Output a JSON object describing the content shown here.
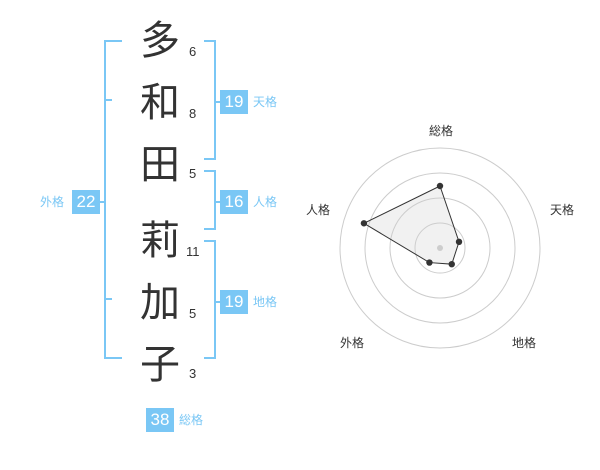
{
  "name": {
    "chars": [
      {
        "char": "多",
        "strokes": "6"
      },
      {
        "char": "和",
        "strokes": "8"
      },
      {
        "char": "田",
        "strokes": "5"
      },
      {
        "char": "莉",
        "strokes": "11"
      },
      {
        "char": "加",
        "strokes": "5"
      },
      {
        "char": "子",
        "strokes": "3"
      }
    ]
  },
  "kaku": {
    "tenkaku": {
      "value": "19",
      "label": "天格"
    },
    "jinkaku": {
      "value": "16",
      "label": "人格"
    },
    "chikaku": {
      "value": "19",
      "label": "地格"
    },
    "gaikaku": {
      "value": "22",
      "label": "外格"
    },
    "soukaku": {
      "value": "38",
      "label": "総格"
    }
  },
  "colors": {
    "accent": "#7ac7f5",
    "text": "#333333",
    "grid": "#cccccc"
  },
  "chart_data": {
    "type": "radar",
    "axes": [
      "総格",
      "天格",
      "地格",
      "外格",
      "人格"
    ],
    "values": [
      0.62,
      0.2,
      0.2,
      0.18,
      0.8
    ],
    "rings": 4
  }
}
